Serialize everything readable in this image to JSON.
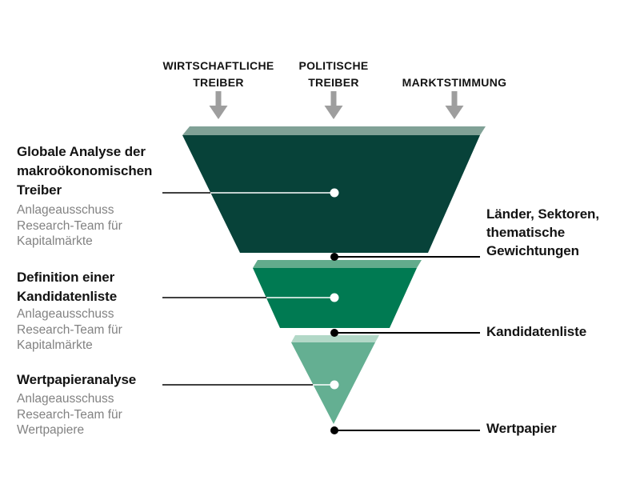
{
  "colors": {
    "bg": "#ffffff",
    "funnel_dark": "#074239",
    "funnel_dark_top": "#80a196",
    "funnel_mid": "#007a52",
    "funnel_mid_top": "#62ab8c",
    "funnel_light": "#64af92",
    "funnel_light_top": "#b2d8c7",
    "arrow_gray": "#9e9e9e",
    "title_color": "#131313",
    "gray_text": "#828282",
    "line_black": "#000000",
    "line_white": "#ffffff"
  },
  "inputs": [
    {
      "label": "WIRTSCHAFTLICHE\nTREIBER"
    },
    {
      "label": "POLITISCHE\nTREIBER"
    },
    {
      "label": "MARKTSTIMMUNG"
    }
  ],
  "stages": [
    {
      "title": "Globale Analyse der\nmakroökonomischen\nTreiber",
      "team": "Anlageausschuss\nResearch-Team für\nKapitalmärkte",
      "output": "Länder, Sektoren,\nthematische\nGewichtungen"
    },
    {
      "title": "Definition einer\nKandidatenliste",
      "team": "Anlageausschuss\nResearch-Team für\nKapitalmärkte",
      "output": "Kandidatenliste"
    },
    {
      "title": "Wertpapieranalyse",
      "team": "Anlageausschuss\nResearch-Team für\nWertpapiere",
      "output": "Wertpapier"
    }
  ]
}
